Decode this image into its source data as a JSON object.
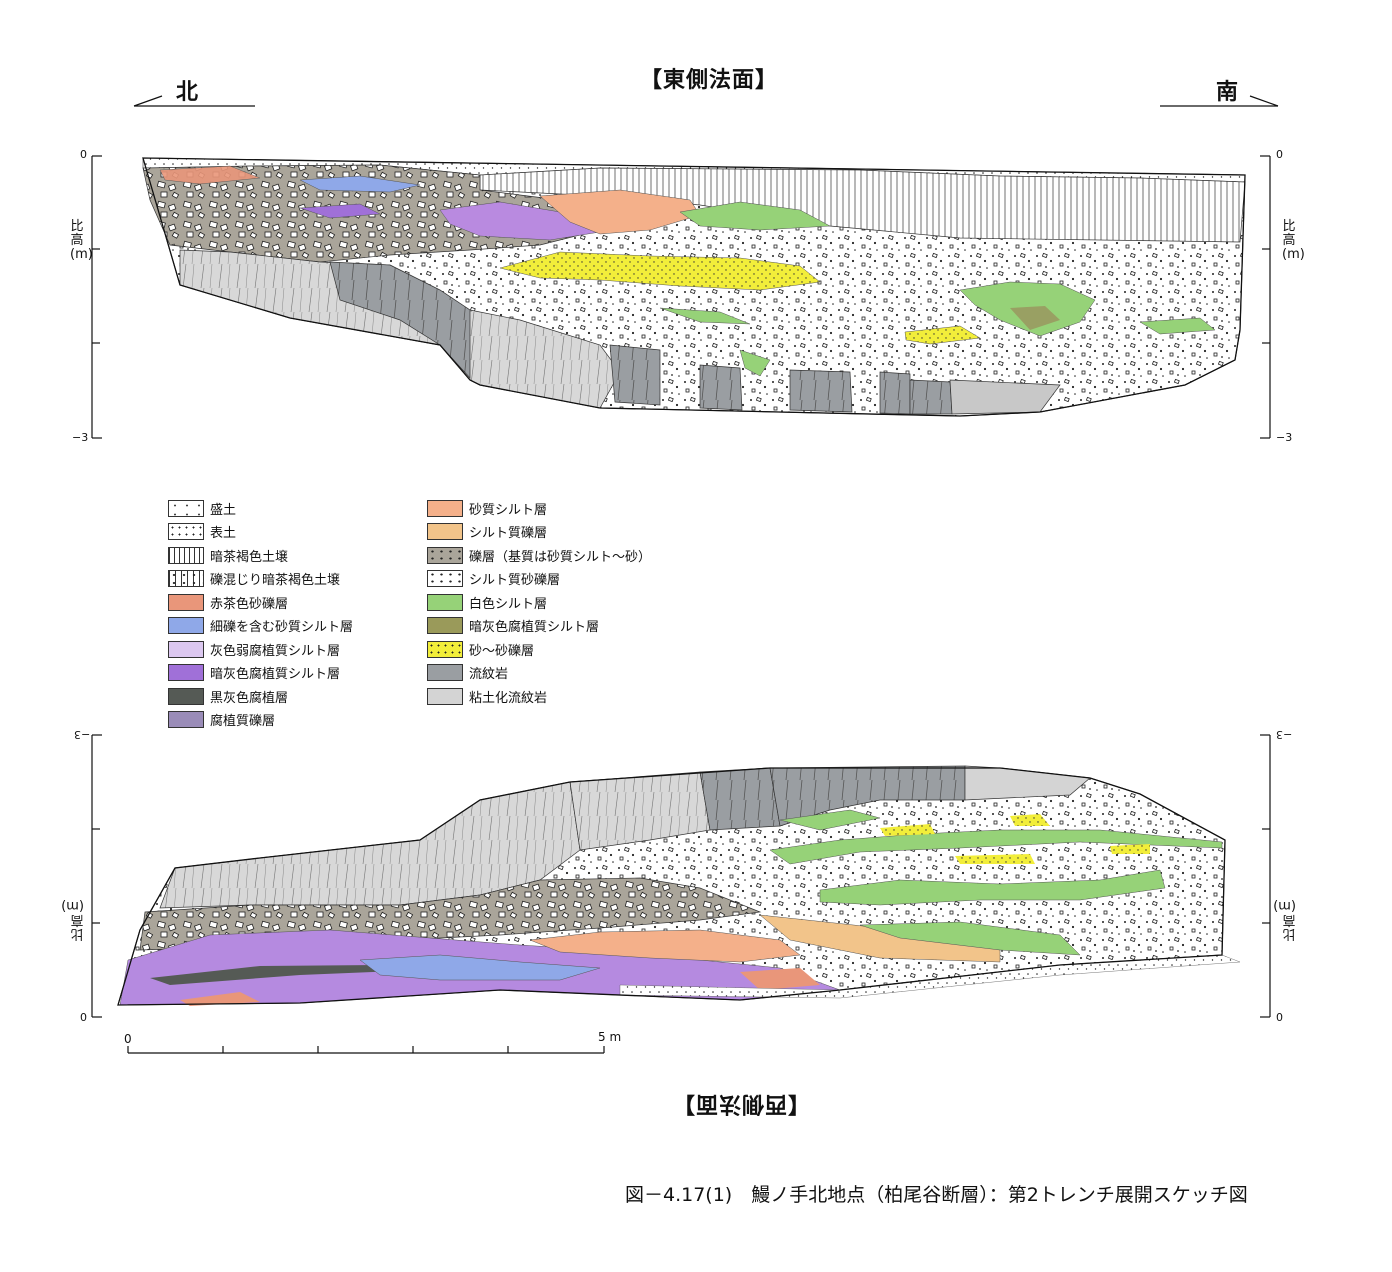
{
  "east_face": {
    "title": "【東側法面】",
    "north_label": "北",
    "south_label": "南",
    "axis_title": "比高(m)",
    "ticks": {
      "top": "0",
      "bottom": "−3"
    }
  },
  "west_face": {
    "title": "【西側法面】",
    "axis_title": "比高(m)",
    "ticks": {
      "top": "−3",
      "bottom": "0"
    }
  },
  "scale_bar": {
    "start": "0",
    "end": "5 m"
  },
  "legend": [
    {
      "label": "盛土",
      "color": "#ffffff",
      "pattern": "triangles"
    },
    {
      "label": "表土",
      "color": "#ffffff",
      "pattern": "dots"
    },
    {
      "label": "暗茶褐色土壌",
      "color": "#ffffff",
      "pattern": "vlines"
    },
    {
      "label": "礫混じり暗茶褐色土壌",
      "color": "#ffffff",
      "pattern": "vlines-gravel"
    },
    {
      "label": "赤茶色砂礫層",
      "color": "#e9967a",
      "pattern": "none"
    },
    {
      "label": "細礫を含む砂質シルト層",
      "color": "#8fa8e8",
      "pattern": "none"
    },
    {
      "label": "灰色弱腐植質シルト層",
      "color": "#dcc8f0",
      "pattern": "none"
    },
    {
      "label": "暗灰色腐植質シルト層",
      "color": "#a070d8",
      "pattern": "none"
    },
    {
      "label": "黒灰色腐植層",
      "color": "#555a55",
      "pattern": "none"
    },
    {
      "label": "腐植質礫層",
      "color": "#9a8cb8",
      "pattern": "none"
    },
    {
      "label": "砂質シルト層",
      "color": "#f4b08a",
      "pattern": "none"
    },
    {
      "label": "シルト質礫層",
      "color": "#f2c48a",
      "pattern": "none"
    },
    {
      "label": "礫層（基質は砂質シルト～砂）",
      "color": "#aaa59a",
      "pattern": "gravel"
    },
    {
      "label": "シルト質砂礫層",
      "color": "#ffffff",
      "pattern": "gravel"
    },
    {
      "label": "白色シルト層",
      "color": "#96d278",
      "pattern": "none"
    },
    {
      "label": "暗灰色腐植質シルト層",
      "color": "#9a9a5a",
      "pattern": "none"
    },
    {
      "label": "砂～砂礫層",
      "color": "#f2ee3a",
      "pattern": "dots"
    },
    {
      "label": "流紋岩",
      "color": "#9a9ea2",
      "pattern": "none"
    },
    {
      "label": "粘土化流紋岩",
      "color": "#d4d4d4",
      "pattern": "none"
    }
  ],
  "colors": {
    "red_brown_gravel": "#e9967a",
    "blue_silt": "#8fa8e8",
    "light_purple_silt": "#dcc8f0",
    "purple_silt": "#a070d8",
    "black_humus": "#555a55",
    "humic_gravel": "#9a8cb8",
    "sandy_silt": "#f4b08a",
    "silty_gravel": "#f2c48a",
    "gravel_layer": "#aaa59a",
    "white_silt": "#96d278",
    "sand_gravel": "#f2ee3a",
    "rhyolite": "#9a9ea2",
    "clay_rhyolite": "#d4d4d4"
  },
  "caption": "図－4.17(1)　鰻ノ手北地点（柏尾谷断層）：第2トレンチ展開スケッチ図"
}
